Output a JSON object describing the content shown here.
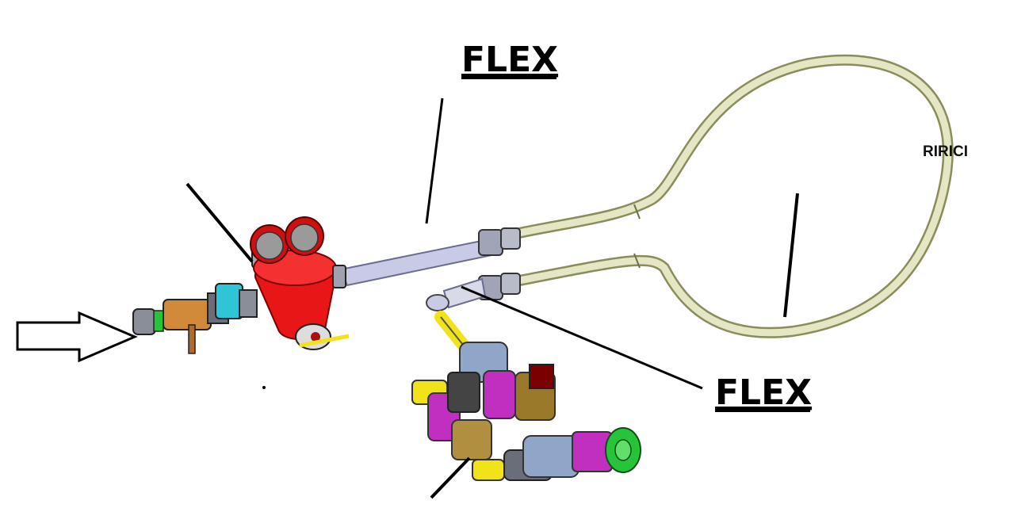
{
  "labels": {
    "flex_top": "FLEX",
    "flex_bottom": "FLEX",
    "loop": "RIRICI"
  },
  "colors": {
    "background": "#ffffff",
    "hose": "#e4e6c4",
    "hose_edge": "#8a8c5a",
    "regulator": "#e81616",
    "gauge_rim": "#d01010",
    "gauge_face": "#9a9a9a",
    "pipe": "#c9cbe6",
    "brass": "#d08a3a",
    "connector_cyan": "#2fc4d6",
    "valve_blue": "#8fa6c8",
    "magenta": "#c02fc0",
    "green": "#27c43a",
    "yellow": "#f2e21a",
    "leader": "#000000"
  }
}
